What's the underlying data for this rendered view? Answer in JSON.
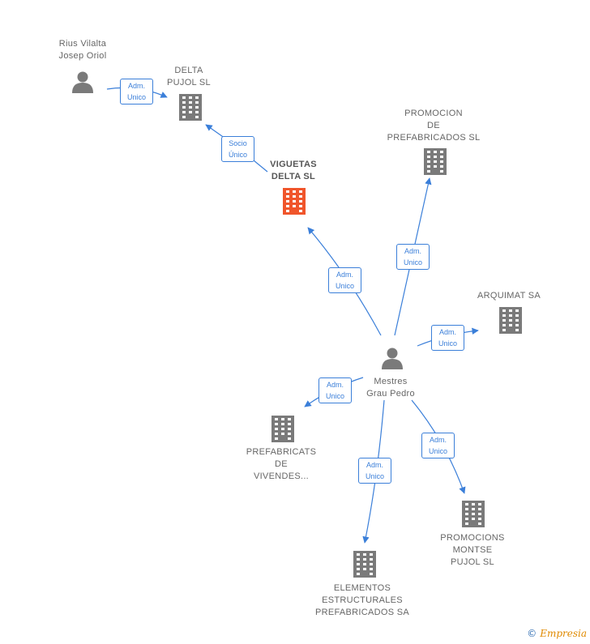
{
  "colors": {
    "edge": "#3b7fd9",
    "building": "#7a7a7a",
    "building_focus": "#f0552b",
    "person": "#7a7a7a"
  },
  "nodes": {
    "rius": {
      "label": "Rius Vilalta\nJosep Oriol",
      "icon": "person-icon"
    },
    "delta_pujol": {
      "label": "DELTA\nPUJOL SL",
      "icon": "building-icon"
    },
    "viguetas": {
      "label": "VIGUETAS\nDELTA SL",
      "icon": "building-icon"
    },
    "promocion": {
      "label": "PROMOCION\nDE\nPREFABRICADOS SL",
      "icon": "building-icon"
    },
    "arquimat": {
      "label": "ARQUIMAT SA",
      "icon": "building-icon"
    },
    "mestres": {
      "label": "Mestres\nGrau Pedro",
      "icon": "person-icon"
    },
    "prefabricats": {
      "label": "PREFABRICATS\nDE\nVIVENDES...",
      "icon": "building-icon"
    },
    "elementos": {
      "label": "ELEMENTOS\nESTRUCTURALES\nPREFABRICADOS SA",
      "icon": "building-icon"
    },
    "promocions": {
      "label": "PROMOCIONS\nMONTSE\nPUJOL SL",
      "icon": "building-icon"
    }
  },
  "relations": {
    "rius_delta": "Adm.\nUnico",
    "viguetas_delta": "Socio\nÚnico",
    "mestres_viguetas": "Adm.\nUnico",
    "mestres_promocion": "Adm.\nUnico",
    "mestres_arquimat": "Adm.\nUnico",
    "mestres_prefabricats": "Adm.\nUnico",
    "mestres_elementos": "Adm.\nUnico",
    "mestres_promocions": "Adm.\nUnico"
  },
  "brand": {
    "copyright": "©",
    "name": "Empresia"
  }
}
